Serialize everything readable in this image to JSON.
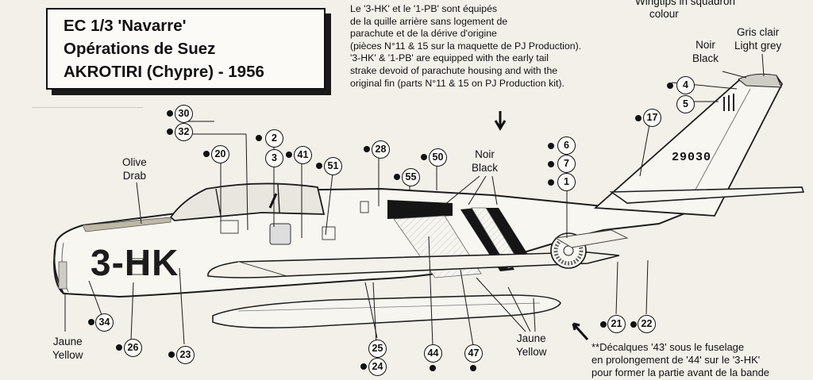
{
  "title": {
    "line1": "EC 1/3 'Navarre'",
    "line2": "Opérations de Suez",
    "line3": "AKROTIRI (Chypre) - 1956"
  },
  "note_top": {
    "lines": [
      "Le '3-HK' et le '1-PB' sont équipés",
      "de la quille arrière sans logement de",
      "parachute et de la dérive d'origine",
      "(pièces N°11 & 15 sur la maquette de PJ Production).",
      "'3-HK' & '1-PB' are equipped with the early tail",
      "strake devoid of parachute housing and with the",
      "original fin (parts N°11 & 15 on PJ Production kit)."
    ]
  },
  "note_top_right": {
    "line1": "Wingtips in squadron",
    "line2": "colour"
  },
  "color_labels": {
    "noir_black_tail": [
      "Noir",
      "Black"
    ],
    "gris_clair": [
      "Gris clair",
      "Light grey"
    ],
    "noir_black_mid": [
      "Noir",
      "Black"
    ],
    "olive_drab": [
      "Olive",
      "Drab"
    ],
    "jaune_yellow_left": [
      "Jaune",
      "Yellow"
    ],
    "jaune_yellow_right": [
      "Jaune",
      "Yellow"
    ]
  },
  "aircraft": {
    "code": "3-HK",
    "serial": "29030"
  },
  "note_bottom": {
    "lines": [
      "**Décalques '43' sous le fuselage",
      "en prolongement de '44' sur le '3-HK'",
      "pour former la partie avant de la bande"
    ]
  },
  "callouts": [
    {
      "n": "30"
    },
    {
      "n": "32"
    },
    {
      "n": "20"
    },
    {
      "n": "2"
    },
    {
      "n": "3"
    },
    {
      "n": "41"
    },
    {
      "n": "51"
    },
    {
      "n": "28"
    },
    {
      "n": "50"
    },
    {
      "n": "55"
    },
    {
      "n": "6"
    },
    {
      "n": "7"
    },
    {
      "n": "1"
    },
    {
      "n": "4"
    },
    {
      "n": "5"
    },
    {
      "n": "17"
    },
    {
      "n": "34"
    },
    {
      "n": "26"
    },
    {
      "n": "23"
    },
    {
      "n": "25"
    },
    {
      "n": "24"
    },
    {
      "n": "44"
    },
    {
      "n": "47"
    },
    {
      "n": "21"
    },
    {
      "n": "22"
    }
  ]
}
